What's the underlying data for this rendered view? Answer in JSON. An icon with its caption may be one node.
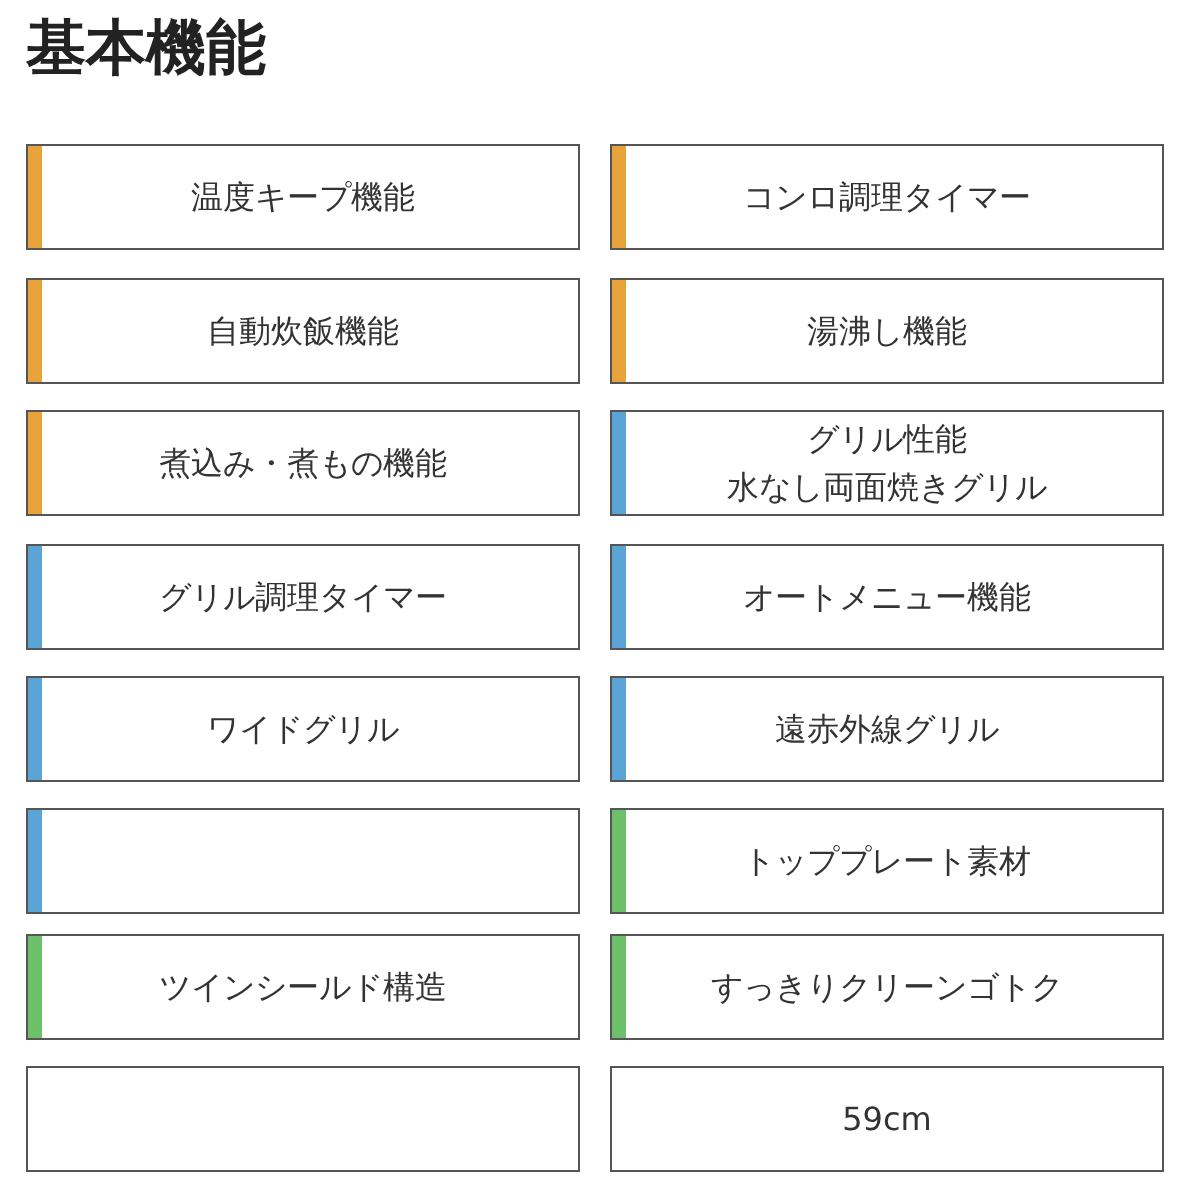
{
  "diagram": {
    "title": "基本機能",
    "nodes": [
      {
        "text": [
          "温度キープ機能"
        ]
      },
      {
        "text": [
          "コンロ調理タイマー"
        ]
      },
      {
        "text": [
          "自動炊飯機能"
        ]
      },
      {
        "text": [
          "湯沸し機能"
        ]
      },
      {
        "text": [
          "煮込み・煮もの機能"
        ]
      },
      {
        "text": [
          "グリル性能",
          "水なし両面焼きグリル"
        ]
      },
      {
        "text": [
          "グリル調理タイマー"
        ]
      },
      {
        "text": [
          "オートメニュー機能"
        ]
      },
      {
        "text": [
          "ワイドグリル"
        ]
      },
      {
        "text": [
          "遠赤外線グリル"
        ]
      },
      {
        "text": [],
        "shape": "box"
      },
      {
        "text": [
          "トッププレート素材"
        ]
      },
      {
        "text": [
          "ツインシールド構造"
        ]
      },
      {
        "text": [
          "すっきりクリーンゴトク"
        ]
      },
      {
        "text": [],
        "shape": "box"
      },
      {
        "text": [
          "59cm"
        ]
      }
    ]
  }
}
